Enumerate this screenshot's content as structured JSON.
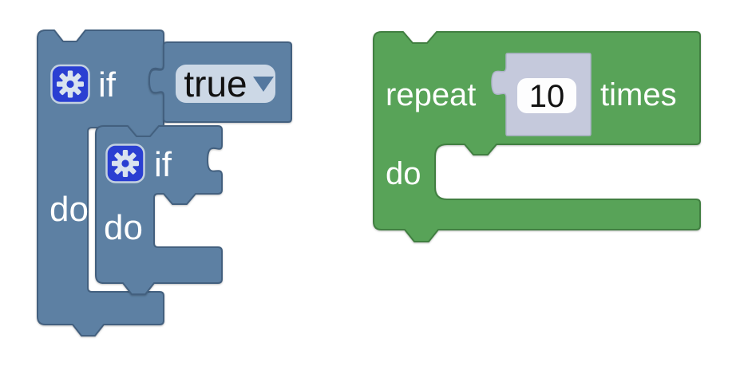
{
  "app": {
    "name": "Blockly workspace",
    "background": "#ffffff"
  },
  "blocks": {
    "outer_if": {
      "type": "controls_if",
      "if_label": "if",
      "do_label": "do"
    },
    "condition_block": {
      "type": "logic_boolean",
      "value": "true",
      "dropdown_arrow": "▼"
    },
    "nested_if": {
      "type": "controls_if",
      "if_label": "if",
      "do_label": "do"
    },
    "repeat_block": {
      "type": "controls_repeat",
      "repeat_label": "repeat",
      "times_label": "times",
      "do_label": "do",
      "count": "10"
    }
  },
  "icons": {
    "mutator_gear": "gear-icon",
    "dropdown_arrow": "down-triangle-icon"
  },
  "colors": {
    "logic_fill": "#5d80a3",
    "logic_stroke": "#43607f",
    "loop_fill": "#58a358",
    "loop_stroke": "#417f41",
    "dropdown_pill": "#ccd8e6",
    "dropdown_arrow": "#54789f",
    "gear_button": "#2a3fd2",
    "gear_button_border": "#c3d1e0",
    "gear_glyph": "#d9e3ef",
    "shadow_block": "#c5c9dc",
    "shadow_block_stroke": "#aeb3c9",
    "number_field": "#fdfdfe",
    "label_text": "#ffffff",
    "field_text": "#111111"
  }
}
